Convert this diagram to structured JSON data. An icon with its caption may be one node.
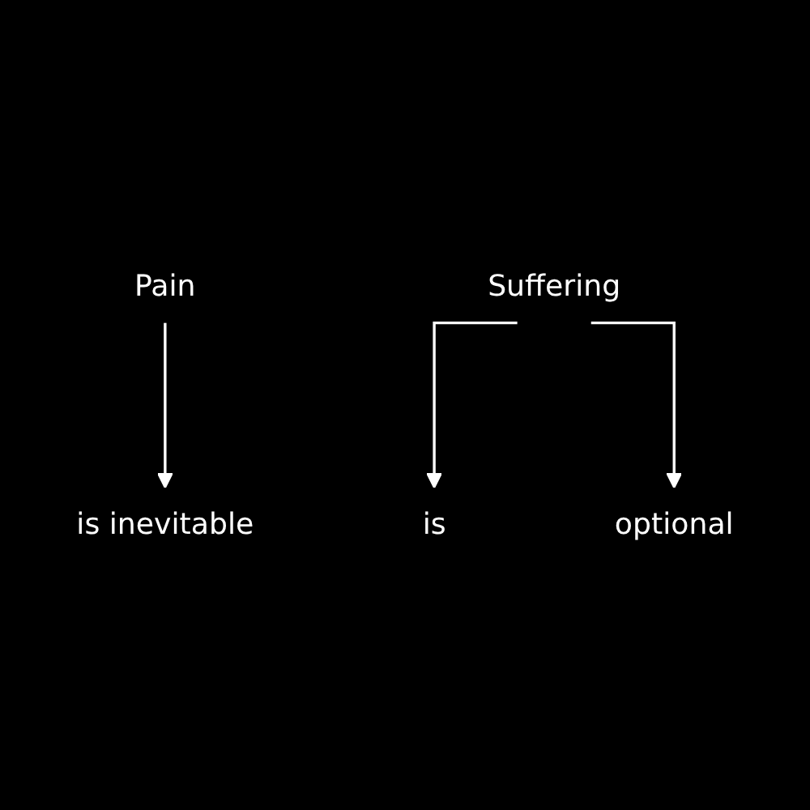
{
  "diagram": {
    "nodes": [
      {
        "text": [
          "Pain"
        ]
      },
      {
        "text": [
          "Suffering"
        ]
      },
      {
        "text": [
          "is inevitable"
        ]
      },
      {
        "text": [
          "is"
        ]
      },
      {
        "text": [
          "optional"
        ]
      }
    ],
    "edges": [
      {
        "from": 0,
        "to": 2,
        "arrow": "to"
      },
      {
        "from": 1,
        "to": 3,
        "arrow": "to"
      },
      {
        "from": 1,
        "to": 4,
        "arrow": "to"
      }
    ]
  }
}
